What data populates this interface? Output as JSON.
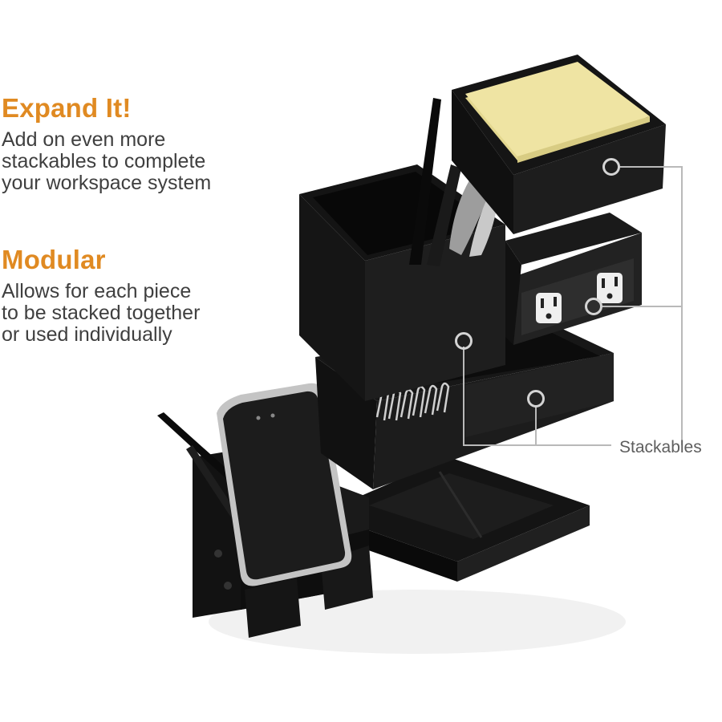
{
  "sections": [
    {
      "heading": "Expand It!",
      "lines": [
        "Add on even more",
        "stackables to complete",
        "your workspace system"
      ]
    },
    {
      "heading": "Modular",
      "lines": [
        "Allows for each piece",
        "to be stacked together",
        "or used individually"
      ]
    }
  ],
  "callout": {
    "label": "Stackables"
  },
  "colors": {
    "heading": "#e08a22",
    "body_text": "#3f3f3f",
    "callout_line": "#b9b9b9",
    "organizer": "#1b1b1b",
    "sticky_notes": "#efe4a3"
  }
}
